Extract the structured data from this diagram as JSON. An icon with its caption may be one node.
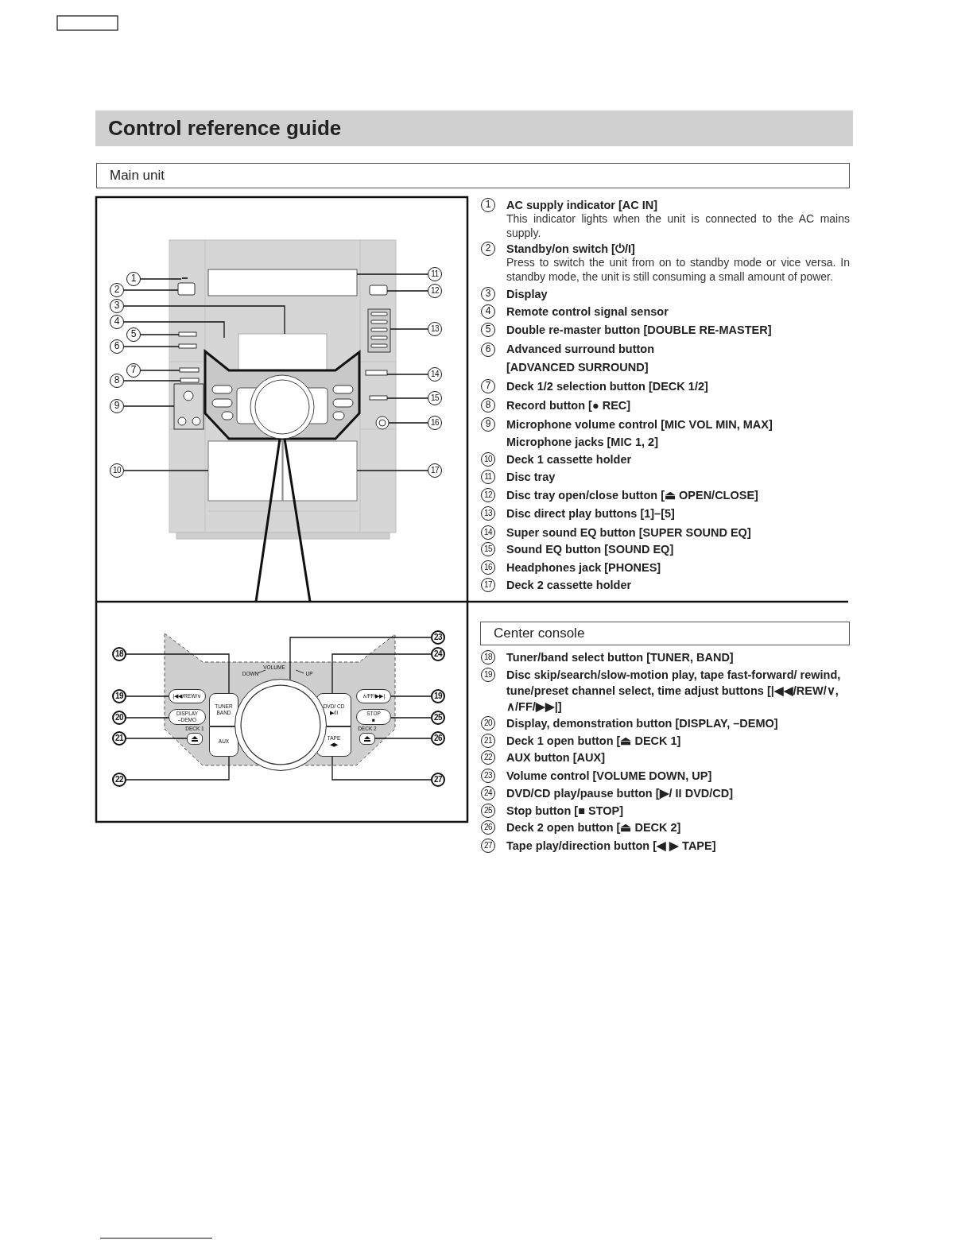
{
  "diagram": {
    "title": "Control reference guide",
    "nodes": [
      {
        "text": [
          "1"
        ]
      },
      {
        "text": [
          "2"
        ]
      },
      {
        "text": [
          "3"
        ]
      },
      {
        "text": [
          "4"
        ]
      },
      {
        "text": [
          "5"
        ]
      },
      {
        "text": [
          "6"
        ]
      },
      {
        "text": [
          "7"
        ]
      },
      {
        "text": [
          "8"
        ]
      },
      {
        "text": [
          "9"
        ]
      },
      {
        "text": [
          "10"
        ]
      },
      {
        "text": [
          "11"
        ]
      },
      {
        "text": [
          "12"
        ]
      },
      {
        "text": [
          "13"
        ]
      },
      {
        "text": [
          "14"
        ]
      },
      {
        "text": [
          "15"
        ]
      },
      {
        "text": [
          "16"
        ]
      },
      {
        "text": [
          "17"
        ]
      },
      {
        "text": [
          "23"
        ]
      },
      {
        "text": [
          "18"
        ]
      },
      {
        "text": [
          "24"
        ]
      },
      {
        "text": [
          "19"
        ]
      },
      {
        "text": [
          "19"
        ]
      },
      {
        "text": [
          "20"
        ]
      },
      {
        "text": [
          "25"
        ]
      },
      {
        "text": [
          "21"
        ]
      },
      {
        "text": [
          "26"
        ]
      },
      {
        "text": [
          "22"
        ]
      },
      {
        "text": [
          "27"
        ]
      },
      {
        "text": [
          "|◀◀/REW/∨"
        ]
      },
      {
        "text": [
          "TUNER",
          "BAND"
        ]
      },
      {
        "text": [],
        "shape": "circle",
        "beside": [
          "DOWN",
          "VOLUME",
          "UP"
        ]
      },
      {
        "text": [
          "DVD/ CD",
          "▶/II"
        ]
      },
      {
        "text": [
          "∧/FF/▶▶|"
        ]
      },
      {
        "text": [
          "DISPLAY",
          "–DEMO"
        ]
      },
      {
        "text": [
          "STOP",
          "■"
        ]
      },
      {
        "text": [],
        "shape": "box",
        "beside": [
          "DECK 1"
        ]
      },
      {
        "text": [
          "AUX"
        ]
      },
      {
        "text": [
          "TAPE",
          "◀▶"
        ]
      },
      {
        "text": [],
        "shape": "box",
        "beside": [
          "DECK 2"
        ]
      }
    ],
    "edges": [
      {
        "from": 0,
        "to": null,
        "arrow": "none"
      },
      {
        "from": 1,
        "to": null,
        "arrow": "none"
      },
      {
        "from": 2,
        "to": null,
        "arrow": "none"
      },
      {
        "from": 3,
        "to": null,
        "arrow": "none"
      },
      {
        "from": 4,
        "to": null,
        "arrow": "none"
      },
      {
        "from": 5,
        "to": null,
        "arrow": "none"
      },
      {
        "from": 6,
        "to": null,
        "arrow": "none"
      },
      {
        "from": 7,
        "to": null,
        "arrow": "none"
      },
      {
        "from": 8,
        "to": null,
        "arrow": "none"
      },
      {
        "from": 9,
        "to": null,
        "arrow": "none"
      },
      {
        "from": 10,
        "to": null,
        "arrow": "none"
      },
      {
        "from": 11,
        "to": null,
        "arrow": "none"
      },
      {
        "from": 12,
        "to": null,
        "arrow": "none"
      },
      {
        "from": 13,
        "to": null,
        "arrow": "none"
      },
      {
        "from": 14,
        "to": null,
        "arrow": "none"
      },
      {
        "from": 15,
        "to": null,
        "arrow": "none"
      },
      {
        "from": 16,
        "to": null,
        "arrow": "none"
      },
      {
        "from": 17,
        "to": 30,
        "arrow": "none"
      },
      {
        "from": 18,
        "to": 29,
        "arrow": "none"
      },
      {
        "from": 19,
        "to": 31,
        "arrow": "none"
      },
      {
        "from": 20,
        "to": 28,
        "arrow": "none"
      },
      {
        "from": 21,
        "to": 32,
        "arrow": "none"
      },
      {
        "from": 22,
        "to": 33,
        "arrow": "none"
      },
      {
        "from": 23,
        "to": 34,
        "arrow": "none"
      },
      {
        "from": 24,
        "to": 35,
        "arrow": "none"
      },
      {
        "from": 25,
        "to": 38,
        "arrow": "none"
      },
      {
        "from": 26,
        "to": 36,
        "arrow": "none"
      },
      {
        "from": 27,
        "to": 37,
        "arrow": "none"
      }
    ],
    "labels": [
      "Main unit",
      "1",
      "AC supply indicator [AC IN]",
      "This indicator lights when the unit is connected to the AC mains supply.",
      "2",
      "Standby/on switch [⏻/I]",
      "Press to switch the unit from on to standby mode or vice versa. In standby mode, the unit is still consuming a small amount of power.",
      "3",
      "Display",
      "4",
      "Remote control signal sensor",
      "5",
      "Double re-master button [DOUBLE RE-MASTER]",
      "6",
      "Advanced surround button [ADVANCED SURROUND]",
      "7",
      "Deck 1/2 selection button [DECK 1/2]",
      "8",
      "Record button [● REC]",
      "9",
      "Microphone volume control [MIC VOL MIN, MAX]",
      "Microphone jacks [MIC 1, 2]",
      "10",
      "Deck 1 cassette holder",
      "11",
      "Disc tray",
      "12",
      "Disc tray open/close button [⏏ OPEN/CLOSE]",
      "13",
      "Disc direct play buttons [1]–[5]",
      "14",
      "Super sound EQ button [SUPER SOUND EQ]",
      "15",
      "Sound EQ button [SOUND EQ]",
      "16",
      "Headphones jack [PHONES]",
      "17",
      "Deck 2 cassette holder",
      "Center console",
      "18",
      "Tuner/band select button [TUNER, BAND]",
      "19",
      "Disc skip/search/slow-motion play, tape fast-forward/ rewind, tune/preset channel select, time adjust buttons [|◀◀/REW/∨, ∧/FF/▶▶|]",
      "20",
      "Display, demonstration button [DISPLAY, –DEMO]",
      "21",
      "Deck 1 open button [⏏ DECK 1]",
      "22",
      "AUX button [AUX]",
      "23",
      "Volume control [VOLUME DOWN, UP]",
      "24",
      "DVD/CD play/pause button [▶/ II DVD/CD]",
      "25",
      "Stop button [■ STOP]",
      "26",
      "Deck 2 open button [⏏ DECK 2]",
      "27",
      "Tape play/direction button [◀ ▶ TAPE]"
    ]
  }
}
